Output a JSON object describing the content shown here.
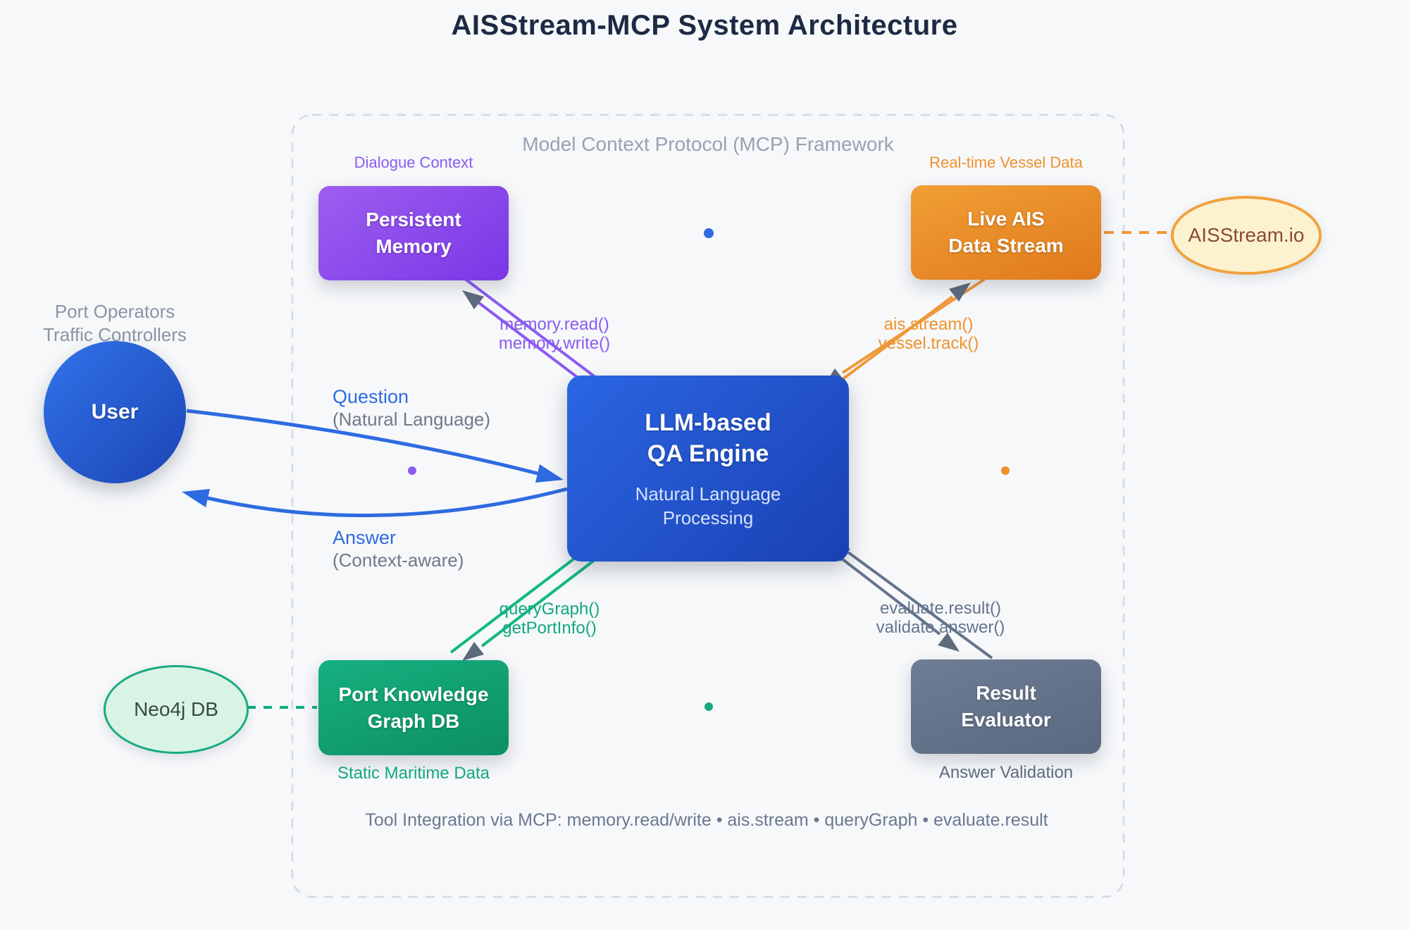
{
  "title": "AISStream-MCP System Architecture",
  "framework": {
    "label": "Model Context Protocol (MCP) Framework"
  },
  "nodes": {
    "persistent_memory": {
      "line1": "Persistent",
      "line2": "Memory",
      "tag": "Dialogue Context"
    },
    "live_ais": {
      "line1": "Live AIS",
      "line2": "Data Stream",
      "tag": "Real-time Vessel Data"
    },
    "llm": {
      "line1": "LLM-based",
      "line2": "QA Engine",
      "sub1": "Natural Language",
      "sub2": "Processing"
    },
    "port_kg": {
      "line1": "Port Knowledge",
      "line2": "Graph DB",
      "tag": "Static Maritime Data"
    },
    "evaluator": {
      "line1": "Result",
      "line2": "Evaluator",
      "tag": "Answer Validation"
    },
    "user": {
      "label": "User",
      "caption1": "Port Operators",
      "caption2": "Traffic Controllers"
    },
    "aisstream_io": {
      "label": "AISStream.io"
    },
    "neo4j": {
      "label": "Neo4j DB"
    }
  },
  "edges": {
    "memory": {
      "label1": "memory.read()",
      "label2": "memory.write()"
    },
    "ais": {
      "label1": "ais.stream()",
      "label2": "vessel.track()"
    },
    "graph": {
      "label1": "queryGraph()",
      "label2": "getPortInfo()"
    },
    "evaluate": {
      "label1": "evaluate.result()",
      "label2": "validate.answer()"
    },
    "question": {
      "label": "Question",
      "sub": "(Natural Language)"
    },
    "answer": {
      "label": "Answer",
      "sub": "(Context-aware)"
    }
  },
  "footer": "Tool Integration via MCP: memory.read/write • ais.stream • queryGraph • evaluate.result",
  "colors": {
    "purple": "#8a5bf0",
    "orange": "#f0922b",
    "blue": "#2e6be0",
    "green": "#12a97c",
    "slate": "#64748b",
    "arrowhead_gray": "#5d6b7d",
    "background": "#f6f8fa"
  }
}
